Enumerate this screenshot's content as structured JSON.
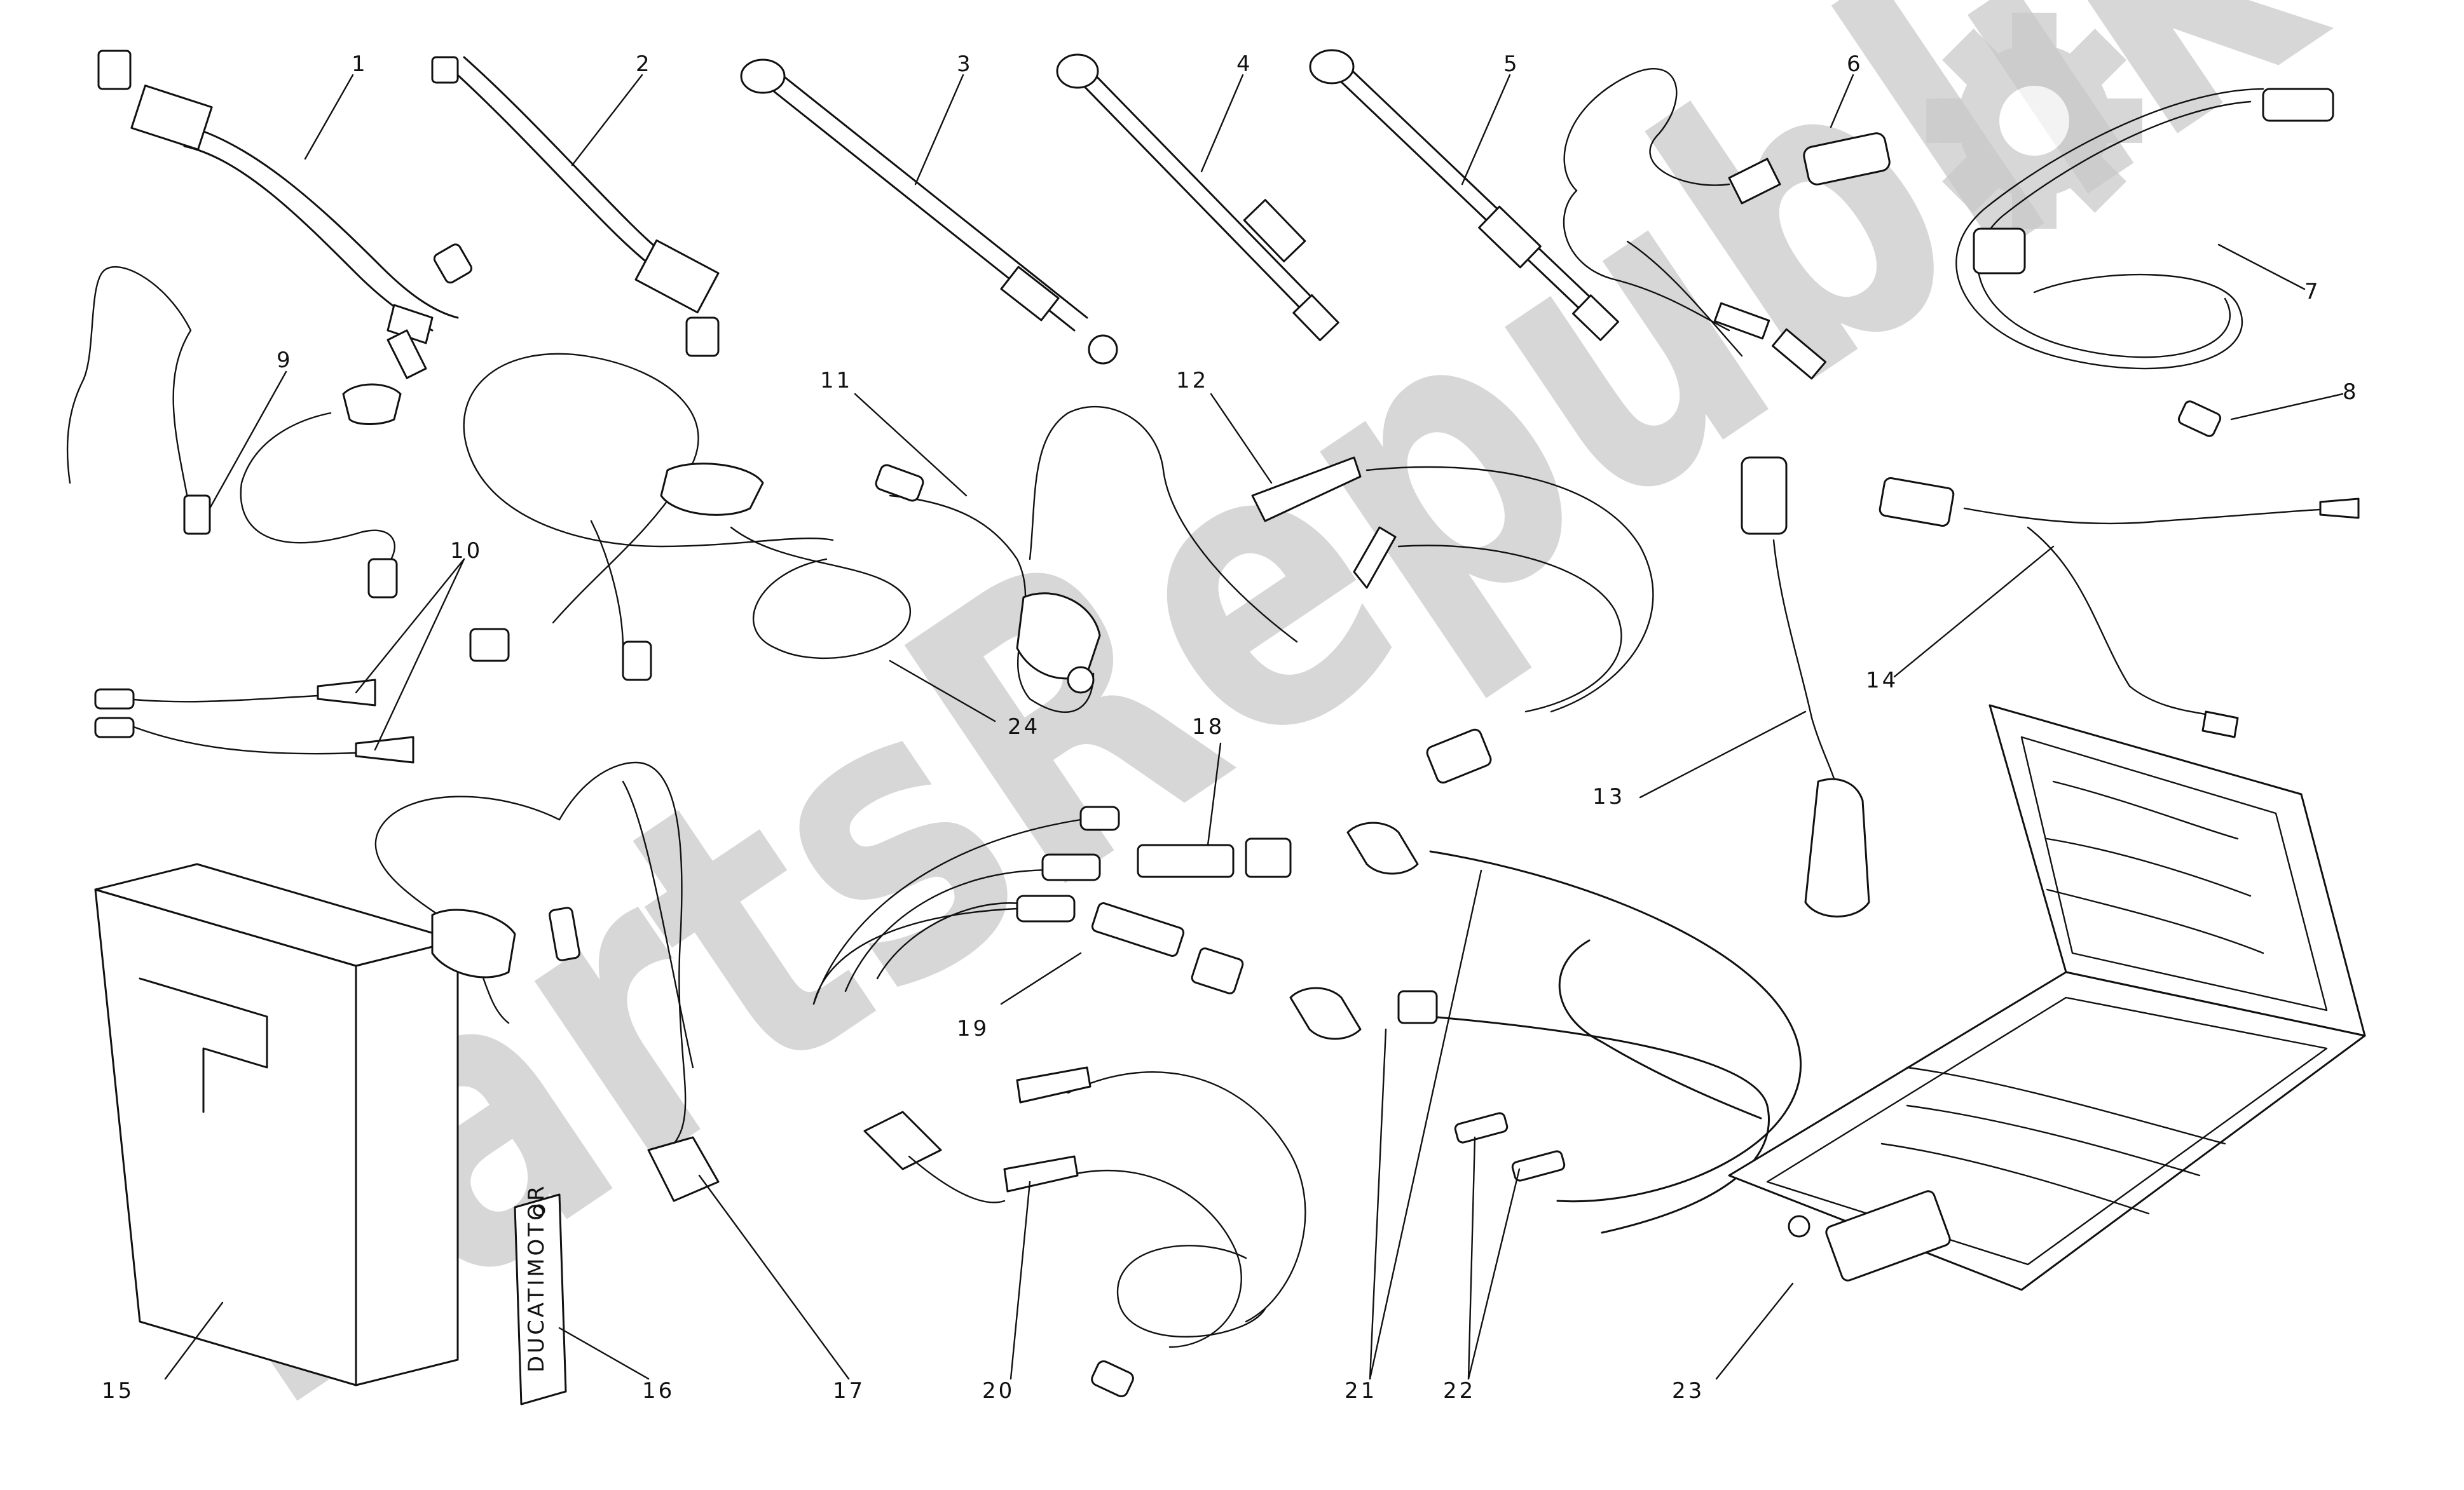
{
  "diagram": {
    "callouts": [
      {
        "id": "1",
        "label": "1"
      },
      {
        "id": "2",
        "label": "2"
      },
      {
        "id": "3",
        "label": "3"
      },
      {
        "id": "4",
        "label": "4"
      },
      {
        "id": "5",
        "label": "5"
      },
      {
        "id": "6",
        "label": "6"
      },
      {
        "id": "7",
        "label": "7"
      },
      {
        "id": "8",
        "label": "8"
      },
      {
        "id": "9",
        "label": "9"
      },
      {
        "id": "10",
        "label": "10"
      },
      {
        "id": "11",
        "label": "11"
      },
      {
        "id": "12",
        "label": "12"
      },
      {
        "id": "13",
        "label": "13"
      },
      {
        "id": "14",
        "label": "14"
      },
      {
        "id": "15",
        "label": "15"
      },
      {
        "id": "16",
        "label": "16"
      },
      {
        "id": "17",
        "label": "17"
      },
      {
        "id": "18",
        "label": "18"
      },
      {
        "id": "19",
        "label": "19"
      },
      {
        "id": "20",
        "label": "20"
      },
      {
        "id": "21",
        "label": "21"
      },
      {
        "id": "22",
        "label": "22"
      },
      {
        "id": "23",
        "label": "23"
      },
      {
        "id": "24",
        "label": "24"
      }
    ],
    "tag_text": "DUCATIMOTOR",
    "watermark": "PartsRepublik",
    "watermark_logo": "gear-icon"
  }
}
